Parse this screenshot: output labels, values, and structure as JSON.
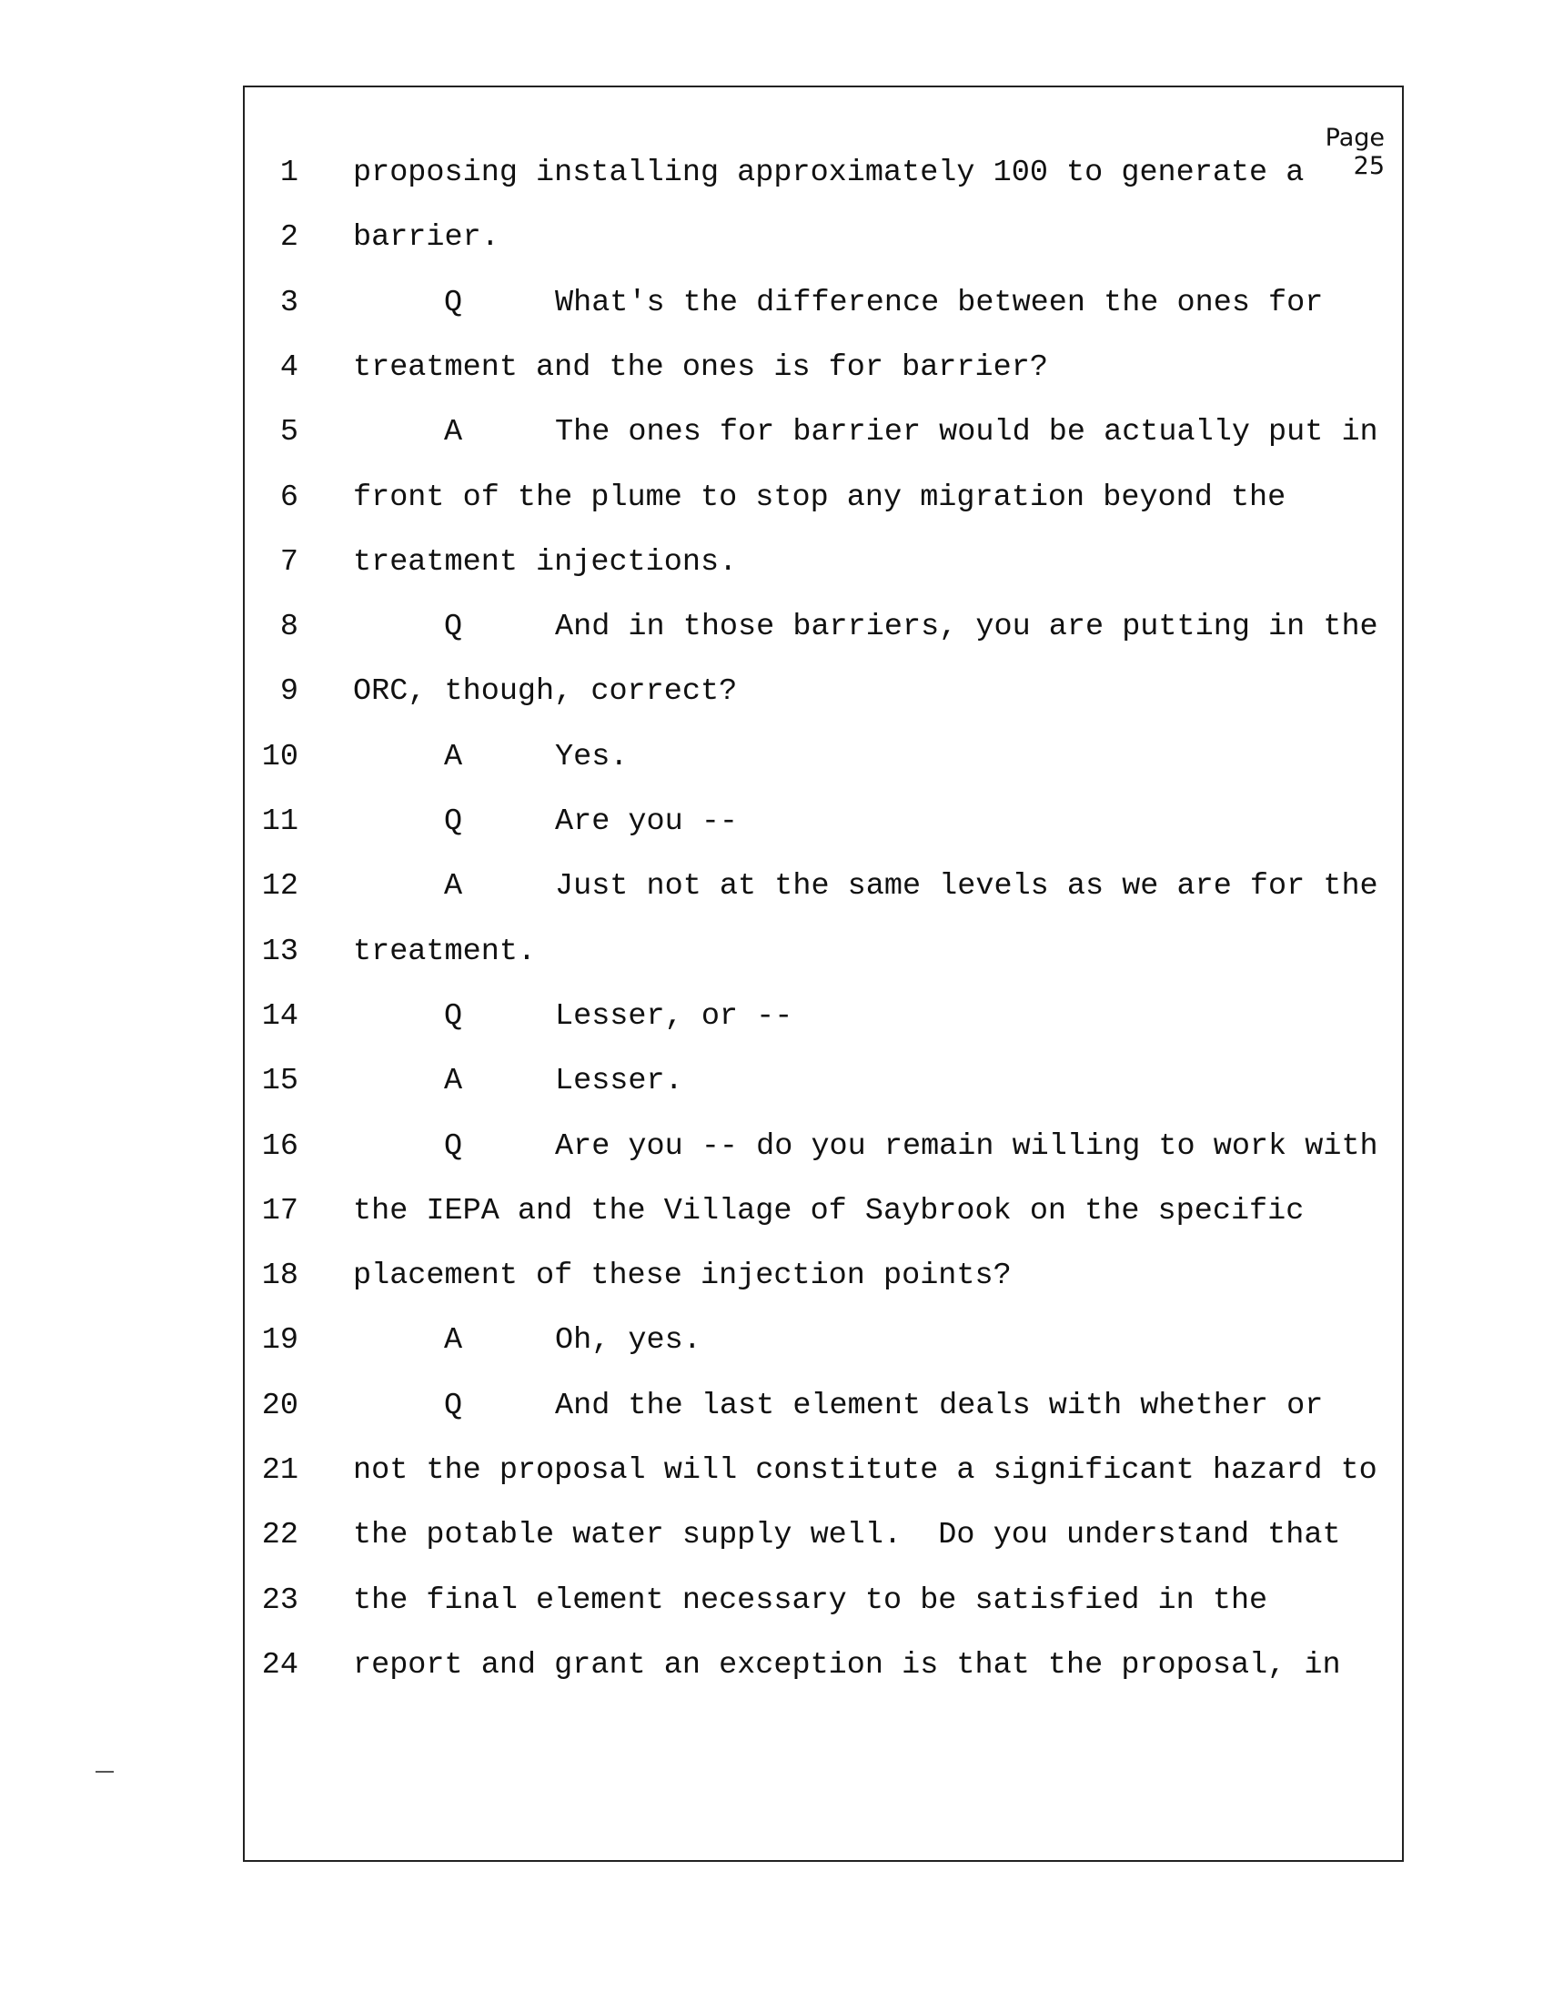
{
  "page_label": "Page 25",
  "lines": [
    {
      "n": "1",
      "text": "proposing installing approximately 100 to generate a"
    },
    {
      "n": "2",
      "text": "barrier."
    },
    {
      "n": "3",
      "speaker": "Q",
      "text": "What's the difference between the ones for"
    },
    {
      "n": "4",
      "text": "treatment and the ones is for barrier?"
    },
    {
      "n": "5",
      "speaker": "A",
      "text": "The ones for barrier would be actually put in"
    },
    {
      "n": "6",
      "text": "front of the plume to stop any migration beyond the"
    },
    {
      "n": "7",
      "text": "treatment injections."
    },
    {
      "n": "8",
      "speaker": "Q",
      "text": "And in those barriers, you are putting in the"
    },
    {
      "n": "9",
      "text": "ORC, though, correct?"
    },
    {
      "n": "10",
      "speaker": "A",
      "text": "Yes."
    },
    {
      "n": "11",
      "speaker": "Q",
      "text": "Are you --"
    },
    {
      "n": "12",
      "speaker": "A",
      "text": "Just not at the same levels as we are for the"
    },
    {
      "n": "13",
      "text": "treatment."
    },
    {
      "n": "14",
      "speaker": "Q",
      "text": "Lesser, or --"
    },
    {
      "n": "15",
      "speaker": "A",
      "text": "Lesser."
    },
    {
      "n": "16",
      "speaker": "Q",
      "text": "Are you -- do you remain willing to work with"
    },
    {
      "n": "17",
      "text": "the IEPA and the Village of Saybrook on the specific"
    },
    {
      "n": "18",
      "text": "placement of these injection points?"
    },
    {
      "n": "19",
      "speaker": "A",
      "text": "Oh, yes."
    },
    {
      "n": "20",
      "speaker": "Q",
      "text": "And the last element deals with whether or"
    },
    {
      "n": "21",
      "text": "not the proposal will constitute a significant hazard to"
    },
    {
      "n": "22",
      "text": "the potable water supply well.  Do you understand that"
    },
    {
      "n": "23",
      "text": "the final element necessary to be satisfied in the"
    },
    {
      "n": "24",
      "text": "report and grant an exception is that the proposal, in"
    }
  ]
}
